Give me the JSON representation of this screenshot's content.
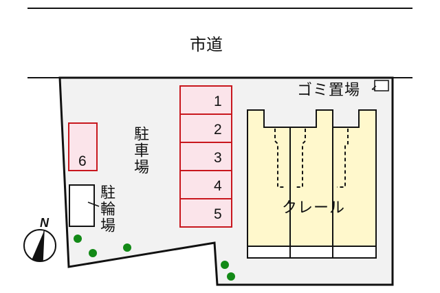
{
  "road": {
    "label": "市道"
  },
  "parking": {
    "label": "駐車場",
    "slots": [
      {
        "number": "1"
      },
      {
        "number": "2"
      },
      {
        "number": "3"
      },
      {
        "number": "4"
      },
      {
        "number": "5"
      },
      {
        "number": "6"
      }
    ]
  },
  "bicycle_parking": {
    "label": "駐輪場"
  },
  "garbage": {
    "label": "ゴミ置場"
  },
  "building": {
    "label": "クレール"
  },
  "compass": {
    "label": "N"
  },
  "colors": {
    "lot_fill": "#f2f2f2",
    "slot_fill": "#fbe4ea",
    "slot_border": "#c8161d",
    "building_fill": "#fff8cc",
    "tree": "#138a17",
    "line": "#111111"
  }
}
